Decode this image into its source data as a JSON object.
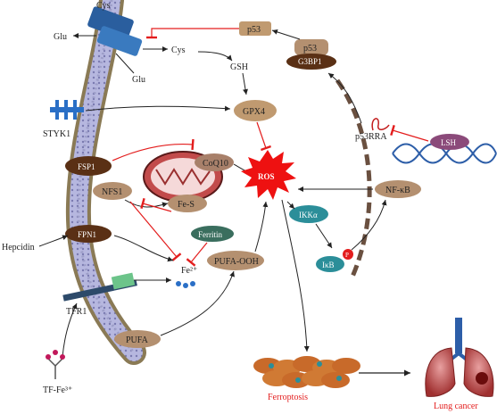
{
  "labels": {
    "cys_top": "Cys",
    "glu_left": "Glu",
    "glu_bottom": "Glu",
    "cys_right": "Cys",
    "p53_top": "p53",
    "p53_complex": "p53",
    "g3bp1": "G3BP1",
    "gsh": "GSH",
    "gpx4": "GPX4",
    "styk1": "STYK1",
    "p53rra": "p53RRA",
    "lsh": "LSH",
    "fsp1": "FSP1",
    "coq10": "CoQ10",
    "ros": "ROS",
    "nfs1": "NFS1",
    "fes": "Fe-S",
    "nfkb": "NF-κB",
    "ikka": "IKKα",
    "ikb": "IκB",
    "p": "P",
    "fpn1": "FPN1",
    "hepcidin": "Hepcidin",
    "ferritin": "Ferritin",
    "fe2": "Fe²⁺",
    "pufa_ooh": "PUFA-OOH",
    "tfr1": "TFR1",
    "pufa": "PUFA",
    "tf_fe": "TF-Fe³⁺",
    "ferroptosis": "Ferroptosis",
    "lung_cancer": "Lung cancer"
  },
  "colors": {
    "membrane_outer": "#8a7a55",
    "membrane_inner": "#b6b7df",
    "protein_brown": "#5a4020",
    "protein_tan": "#a88a6a",
    "ros_red": "#ee1111",
    "teal": "#2b8e99",
    "inhibit_red": "#e31d1d",
    "arrow_dark": "#222222",
    "lsh_purple": "#8b4a7a",
    "dna_blue": "#2d5ea8"
  }
}
